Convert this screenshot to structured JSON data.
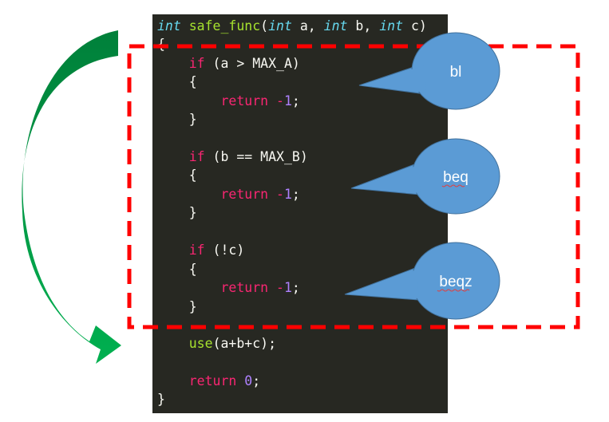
{
  "code_lines": [
    [
      {
        "t": "int",
        "c": "kw-type"
      },
      {
        "t": " ",
        "c": "plain"
      },
      {
        "t": "safe_func",
        "c": "fn"
      },
      {
        "t": "(",
        "c": "plain"
      },
      {
        "t": "int",
        "c": "kw-type"
      },
      {
        "t": " a, ",
        "c": "plain"
      },
      {
        "t": "int",
        "c": "kw-type"
      },
      {
        "t": " b, ",
        "c": "plain"
      },
      {
        "t": "int",
        "c": "kw-type"
      },
      {
        "t": " c)",
        "c": "plain"
      }
    ],
    [
      {
        "t": "{",
        "c": "plain"
      }
    ],
    [
      {
        "t": "    ",
        "c": "plain"
      },
      {
        "t": "if",
        "c": "kw-ctl"
      },
      {
        "t": " (a > MAX_A)",
        "c": "plain"
      }
    ],
    [
      {
        "t": "    {",
        "c": "plain"
      }
    ],
    [
      {
        "t": "        ",
        "c": "plain"
      },
      {
        "t": "return",
        "c": "kw-ctl"
      },
      {
        "t": " ",
        "c": "plain"
      },
      {
        "t": "-",
        "c": "neg"
      },
      {
        "t": "1",
        "c": "num"
      },
      {
        "t": ";",
        "c": "plain"
      }
    ],
    [
      {
        "t": "    }",
        "c": "plain"
      }
    ],
    [],
    [
      {
        "t": "    ",
        "c": "plain"
      },
      {
        "t": "if",
        "c": "kw-ctl"
      },
      {
        "t": " (b == MAX_B)",
        "c": "plain"
      }
    ],
    [
      {
        "t": "    {",
        "c": "plain"
      }
    ],
    [
      {
        "t": "        ",
        "c": "plain"
      },
      {
        "t": "return",
        "c": "kw-ctl"
      },
      {
        "t": " ",
        "c": "plain"
      },
      {
        "t": "-",
        "c": "neg"
      },
      {
        "t": "1",
        "c": "num"
      },
      {
        "t": ";",
        "c": "plain"
      }
    ],
    [
      {
        "t": "    }",
        "c": "plain"
      }
    ],
    [],
    [
      {
        "t": "    ",
        "c": "plain"
      },
      {
        "t": "if",
        "c": "kw-ctl"
      },
      {
        "t": " (!c)",
        "c": "plain"
      }
    ],
    [
      {
        "t": "    {",
        "c": "plain"
      }
    ],
    [
      {
        "t": "        ",
        "c": "plain"
      },
      {
        "t": "return",
        "c": "kw-ctl"
      },
      {
        "t": " ",
        "c": "plain"
      },
      {
        "t": "-",
        "c": "neg"
      },
      {
        "t": "1",
        "c": "num"
      },
      {
        "t": ";",
        "c": "plain"
      }
    ],
    [
      {
        "t": "    }",
        "c": "plain"
      }
    ],
    [],
    [
      {
        "t": "    ",
        "c": "plain"
      },
      {
        "t": "use",
        "c": "fn"
      },
      {
        "t": "(a+b+c);",
        "c": "plain"
      }
    ],
    [],
    [
      {
        "t": "    ",
        "c": "plain"
      },
      {
        "t": "return",
        "c": "kw-ctl"
      },
      {
        "t": " ",
        "c": "plain"
      },
      {
        "t": "0",
        "c": "num"
      },
      {
        "t": ";",
        "c": "plain"
      }
    ],
    [
      {
        "t": "}",
        "c": "plain"
      }
    ]
  ],
  "callouts": {
    "first": "bl",
    "second": "beq",
    "third": "beqz"
  },
  "colors": {
    "code_background": "#272822",
    "callout_fill": "#5b9bd5",
    "callout_stroke": "#41719c",
    "dashed_box": "#ff0000",
    "arrow_green": "#00b050"
  }
}
